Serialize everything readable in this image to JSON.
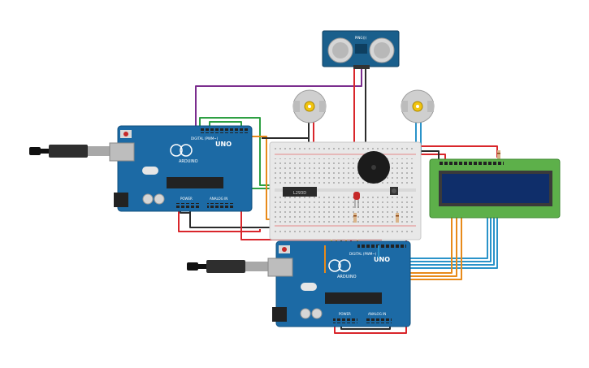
{
  "sensor": {
    "label": "PING))) ",
    "color": "#1a5f8c"
  },
  "arduino_top": {
    "brand": "ARDUINO",
    "model": "UNO",
    "digital_label": "DIGITAL (PWM~)",
    "power_label": "POWER",
    "analog_label": "ANALOG IN",
    "color": "#1c6aa5"
  },
  "arduino_bottom": {
    "brand": "ARDUINO",
    "model": "UNO",
    "digital_label": "DIGITAL (PWM~)",
    "power_label": "POWER",
    "analog_label": "ANALOG IN",
    "color": "#1c6aa5"
  },
  "driver_chip": {
    "label": "L293D"
  },
  "lcd": {
    "color": "#5db04a",
    "screen_color": "#0f2e6a"
  },
  "wire_colors": {
    "red": "#d9262b",
    "black": "#2b2b2b",
    "green": "#2ea043",
    "orange": "#e88a1a",
    "purple": "#7b2d8e",
    "blue": "#2a93c9",
    "yellow": "#e6c021",
    "brown": "#8a5a2b"
  }
}
